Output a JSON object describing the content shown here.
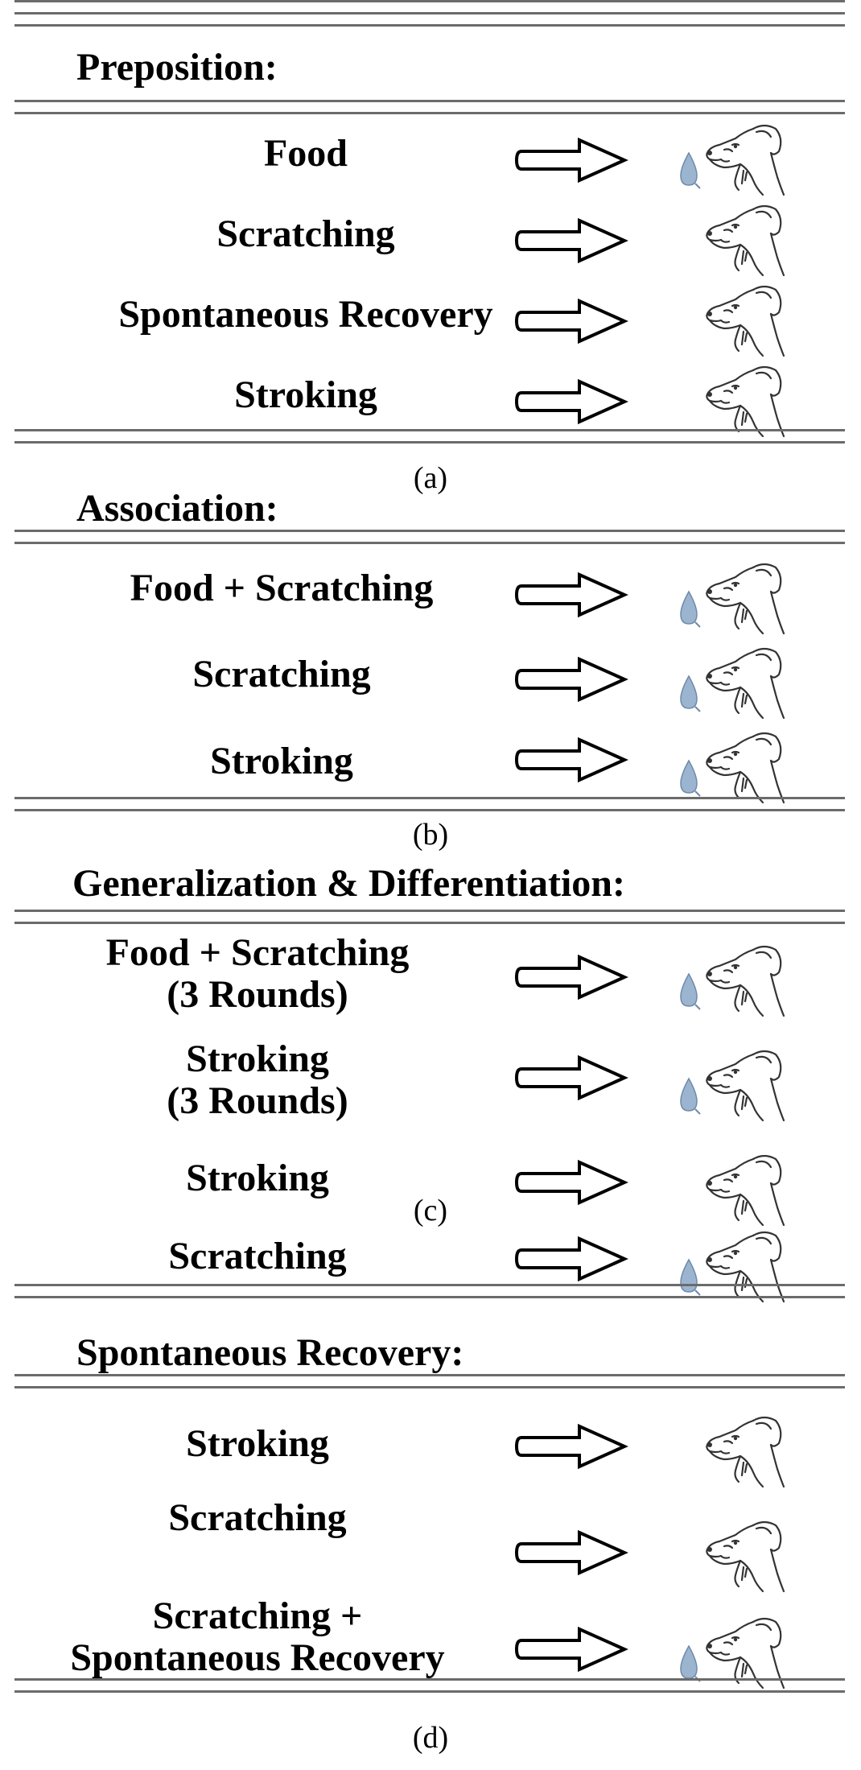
{
  "sections": [
    {
      "title": "Preposition:",
      "caption": "(a)",
      "rows": [
        {
          "label": "Food",
          "salivates": true
        },
        {
          "label": "Scratching",
          "salivates": false
        },
        {
          "label": "Spontaneous Recovery",
          "salivates": false
        },
        {
          "label": "Stroking",
          "salivates": false
        }
      ]
    },
    {
      "title": "Association:",
      "caption": "(b)",
      "rows": [
        {
          "label": "Food + Scratching",
          "salivates": true
        },
        {
          "label": "Scratching",
          "salivates": true
        },
        {
          "label": "Stroking",
          "salivates": true
        }
      ]
    },
    {
      "title": "Generalization & Differentiation:",
      "caption": "(c)",
      "rows": [
        {
          "label": "Food + Scratching\n(3 Rounds)",
          "salivates": true
        },
        {
          "label": "Stroking\n(3 Rounds)",
          "salivates": true
        },
        {
          "label": "Stroking",
          "salivates": false
        },
        {
          "label": "Scratching",
          "salivates": true
        }
      ]
    },
    {
      "title": "Spontaneous Recovery:",
      "caption": "(d)",
      "rows": [
        {
          "label": "Stroking",
          "salivates": false
        },
        {
          "label": "Scratching",
          "salivates": false
        },
        {
          "label": "Scratching +\nSpontaneous Recovery",
          "salivates": true
        }
      ]
    }
  ],
  "icons": {
    "arrow": "hollow-right-arrow-icon",
    "dog": "dog-head-icon",
    "drop": "saliva-drop-icon",
    "drop_color": "#9bb5d1"
  }
}
